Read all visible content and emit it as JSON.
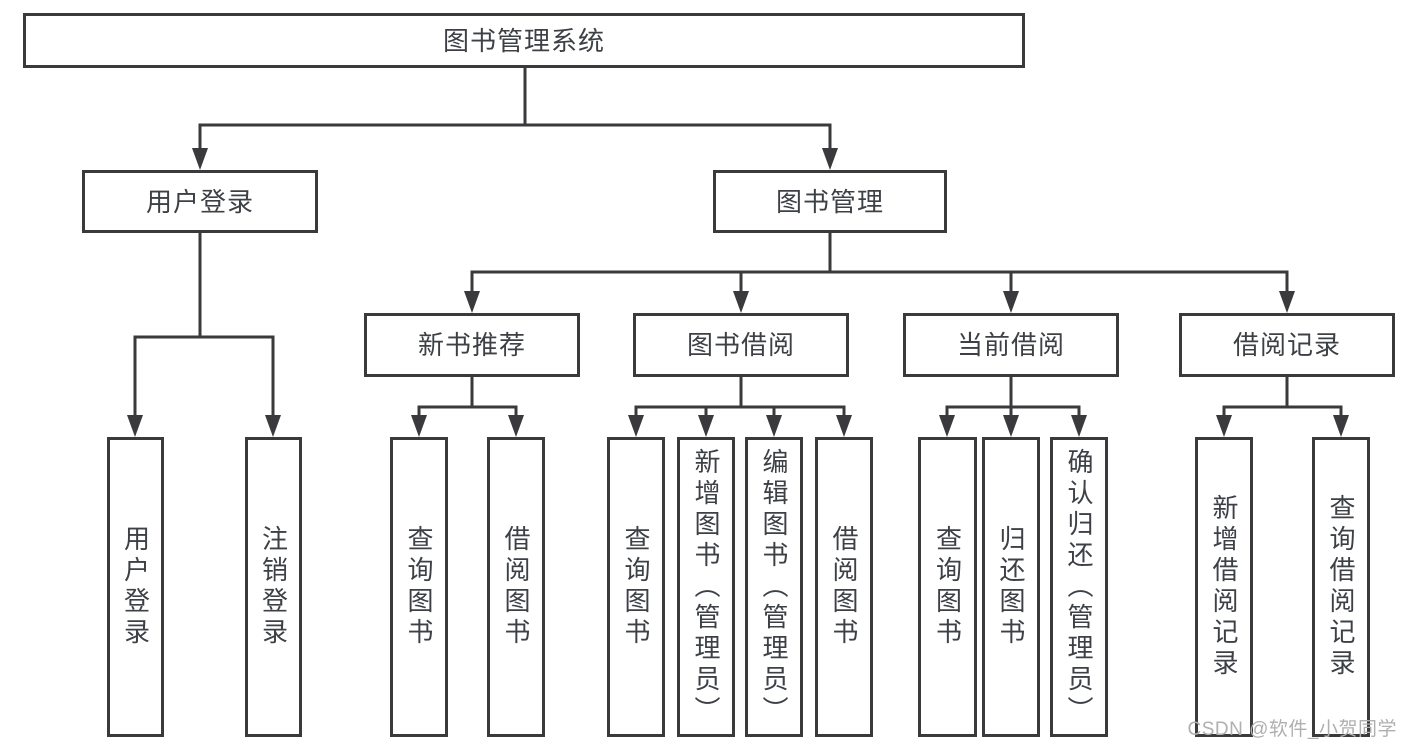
{
  "diagram": {
    "title": "图书管理系统",
    "level2": {
      "user_login": "用户登录",
      "book_management": "图书管理"
    },
    "level3": {
      "new_book_recommend": "新书推荐",
      "book_borrowing": "图书借阅",
      "current_borrowing": "当前借阅",
      "borrowing_records": "借阅记录"
    },
    "leaves": {
      "user_login": [
        "用户登录",
        "注销登录"
      ],
      "new_book_recommend": [
        "查询图书",
        "借阅图书"
      ],
      "book_borrowing": [
        "查询图书",
        "新增图书（管理员）",
        "编辑图书（管理员）",
        "借阅图书"
      ],
      "current_borrowing": [
        "查询图书",
        "归还图书",
        "确认归还（管理员）"
      ],
      "borrowing_records": [
        "新增借阅记录",
        "查询借阅记录"
      ]
    }
  },
  "watermark": "CSDN @软件_小贺同学",
  "colors": {
    "line": "#3a3a3c",
    "text": "#3d4146",
    "watermark": "#b0b0b0",
    "background": "#ffffff"
  }
}
